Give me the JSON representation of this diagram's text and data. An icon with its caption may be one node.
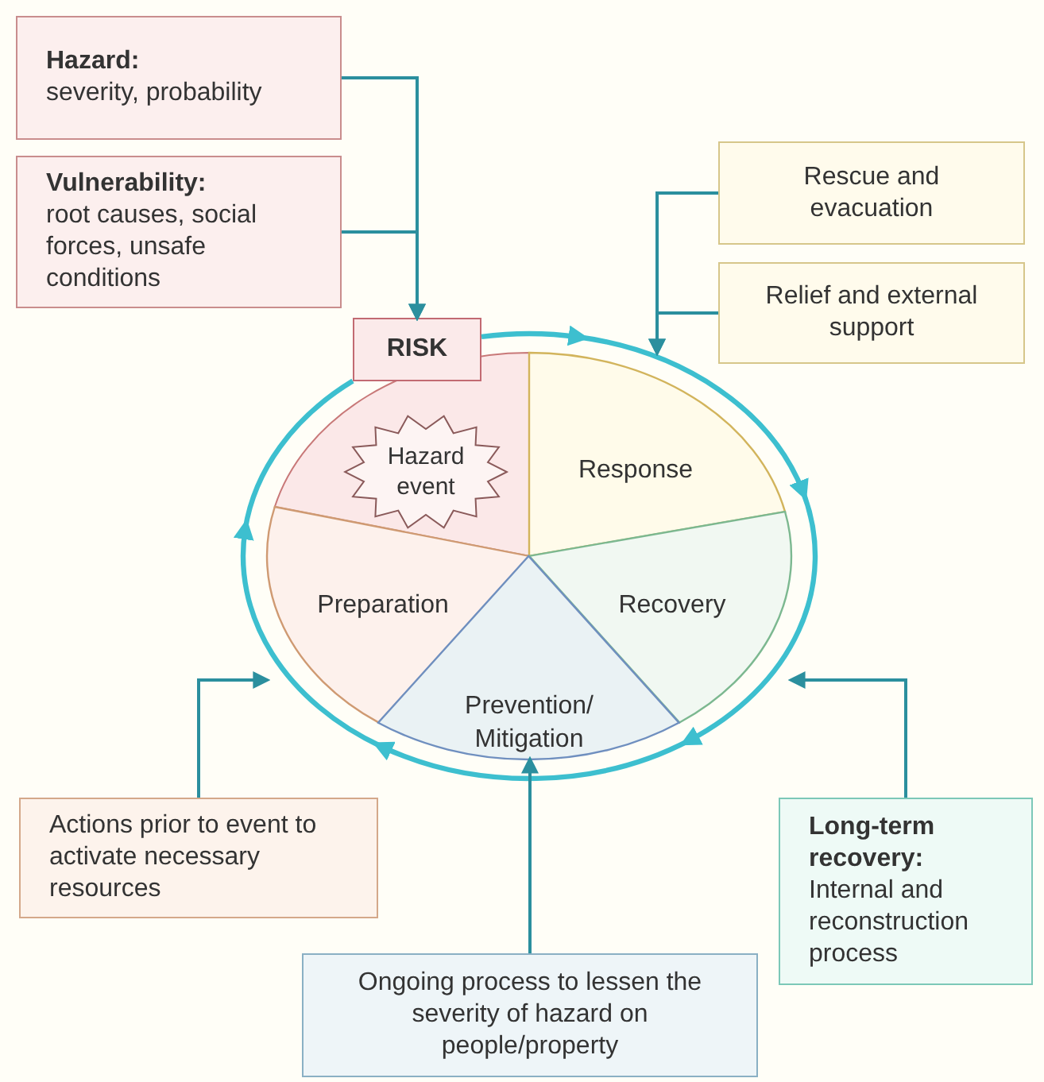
{
  "diagram": {
    "nodes": [
      {
        "text": [
          "Hazard:",
          "severity, probability"
        ]
      },
      {
        "text": [
          "Vulnerability:",
          "root causes, social forces, unsafe conditions"
        ]
      },
      {
        "text": [
          "Rescue and evacuation"
        ]
      },
      {
        "text": [
          "Relief and external support"
        ]
      },
      {
        "text": [
          "RISK"
        ]
      },
      {
        "text": [
          "Hazard event"
        ]
      },
      {
        "text": [
          "Response"
        ]
      },
      {
        "text": [
          "Preparation"
        ]
      },
      {
        "text": [
          "Recovery"
        ]
      },
      {
        "text": [
          "Prevention/ Mitigation"
        ]
      },
      {
        "text": [
          "Actions prior to event to activate necessary resources"
        ]
      },
      {
        "text": [
          "Long-term recovery:",
          "Internal and reconstruction process"
        ]
      },
      {
        "text": [
          "Ongoing process to lessen the severity of hazard on people/property"
        ]
      }
    ],
    "edges": [
      {
        "from": 0,
        "to": 4,
        "arrow": "to"
      },
      {
        "from": 1,
        "to": 4,
        "arrow": "to"
      },
      {
        "from": 2,
        "to": 6,
        "arrow": "to"
      },
      {
        "from": 3,
        "to": 6,
        "arrow": "to"
      },
      {
        "from": 10,
        "to": 7,
        "arrow": "to"
      },
      {
        "from": 12,
        "to": 9,
        "arrow": "to"
      },
      {
        "from": 11,
        "to": 8,
        "arrow": "to"
      }
    ]
  }
}
